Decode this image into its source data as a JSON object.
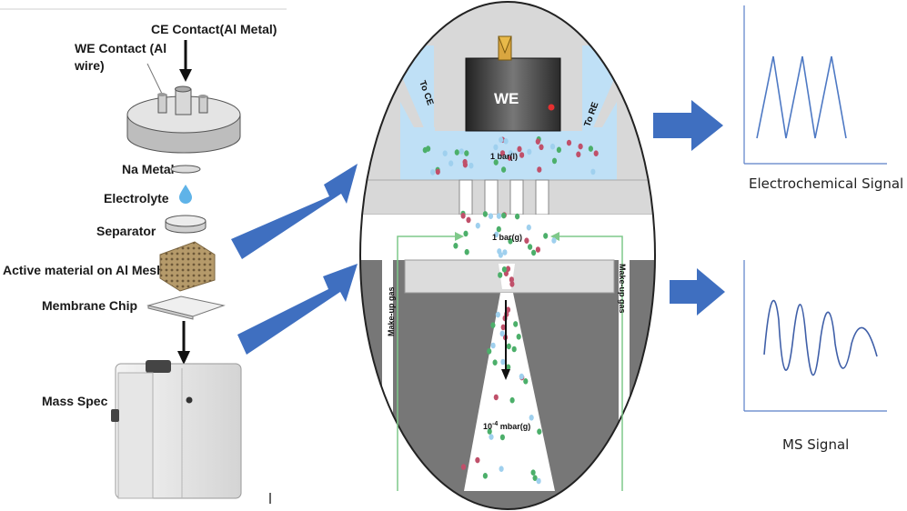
{
  "left_panel": {
    "ce_contact": "CE Contact(Al Metal)",
    "we_contact_line1": "WE Contact (Al",
    "we_contact_line2": "wire)",
    "na_metal": "Na Metal",
    "electrolyte": "Electrolyte",
    "separator": "Separator",
    "active_material": "Active material on Al Mesh",
    "membrane_chip": "Membrane Chip",
    "mass_spec": "Mass Spec"
  },
  "cell": {
    "we": "WE",
    "to_ce": "To CE",
    "to_re": "To RE",
    "pressure_liquid": "1 bar(l)",
    "pressure_gas": "1 bar(g)",
    "pressure_vacuum_base": "10",
    "pressure_vacuum_exp": "-4",
    "pressure_vacuum_unit": " mbar(g)",
    "makeup_left": "Make-up gas",
    "makeup_right": "Make-up gas"
  },
  "signals": {
    "electrochemical": "Electrochemical Signal",
    "ms": "MS Signal"
  },
  "colors": {
    "arrow_blue": "#3f6fc0",
    "plot_line": "#4e79c4",
    "liquid": "#bfe0f6",
    "gray_dark": "#777777",
    "gray_light": "#dcdcdc",
    "dot_red": "#c0506a",
    "dot_green": "#4caf6a",
    "dot_blue": "#9fd0ee"
  }
}
